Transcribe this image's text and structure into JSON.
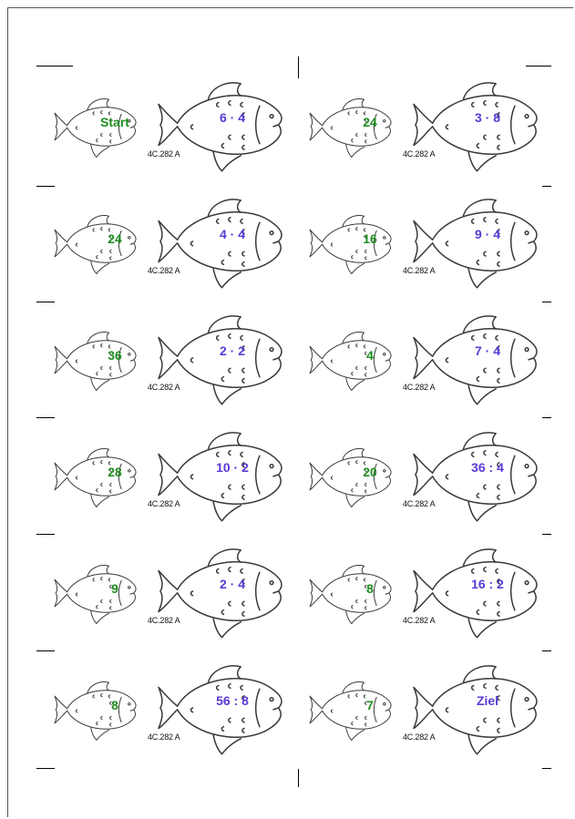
{
  "colors": {
    "answer": "#1e8c1e",
    "task": "#5a3ad6",
    "outline": "#3a3a3a"
  },
  "icons": {
    "small_fish": "fish-icon",
    "big_fish": "fish-icon"
  },
  "cards": [
    {
      "answer": "Start",
      "task": "6 · 4",
      "code": "4C.282 A"
    },
    {
      "answer": "24",
      "task": "3 · 8",
      "code": "4C.282 A"
    },
    {
      "answer": "24",
      "task": "4 · 4",
      "code": "4C.282 A"
    },
    {
      "answer": "16",
      "task": "9 · 4",
      "code": "4C.282 A"
    },
    {
      "answer": "36",
      "task": "2 · 2",
      "code": "4C.282 A"
    },
    {
      "answer": "4",
      "task": "7 · 4",
      "code": "4C.282 A"
    },
    {
      "answer": "28",
      "task": "10 · 2",
      "code": "4C.282 A"
    },
    {
      "answer": "20",
      "task": "36 : 4",
      "code": "4C.282 A"
    },
    {
      "answer": "9",
      "task": "2 · 4",
      "code": "4C.282 A"
    },
    {
      "answer": "8",
      "task": "16 : 2",
      "code": "4C.282 A"
    },
    {
      "answer": "8",
      "task": "56 : 8",
      "code": "4C.282 A"
    },
    {
      "answer": "7",
      "task": "Ziel",
      "code": "4C.282 A"
    }
  ]
}
